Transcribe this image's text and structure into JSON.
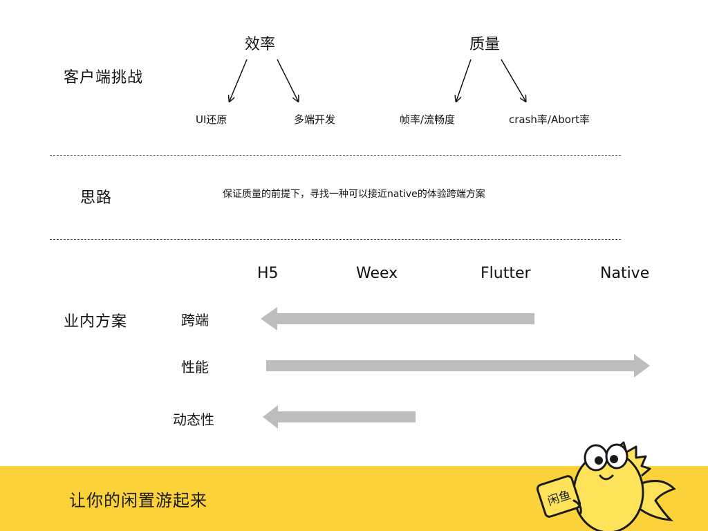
{
  "challenges": {
    "heading": "客户端挑战",
    "efficiency": {
      "label": "效率",
      "children": [
        "UI还原",
        "多端开发"
      ]
    },
    "quality": {
      "label": "质量",
      "children": [
        "帧率/流畅度",
        "crash率/Abort率"
      ]
    }
  },
  "approach": {
    "heading": "思路",
    "text": "保证质量的前提下，寻找一种可以接近native的体验跨端方案"
  },
  "industry": {
    "heading": "业内方案",
    "scale": [
      "H5",
      "Weex",
      "Flutter",
      "Native"
    ],
    "rows": [
      {
        "label": "跨端",
        "direction": "left",
        "from": "Flutter",
        "to": "H5"
      },
      {
        "label": "性能",
        "direction": "right",
        "from": "H5",
        "to": "Native"
      },
      {
        "label": "动态性",
        "direction": "left",
        "from": "Weex",
        "to": "H5"
      }
    ]
  },
  "footer": {
    "text": "让你的闲置游起来",
    "logo_text": "闲鱼"
  },
  "colors": {
    "footer_bg": "#fcd23a",
    "arrow": "#bdbdbd",
    "mascot_body": "#fde25a",
    "mascot_outline": "#1a1a1a"
  }
}
